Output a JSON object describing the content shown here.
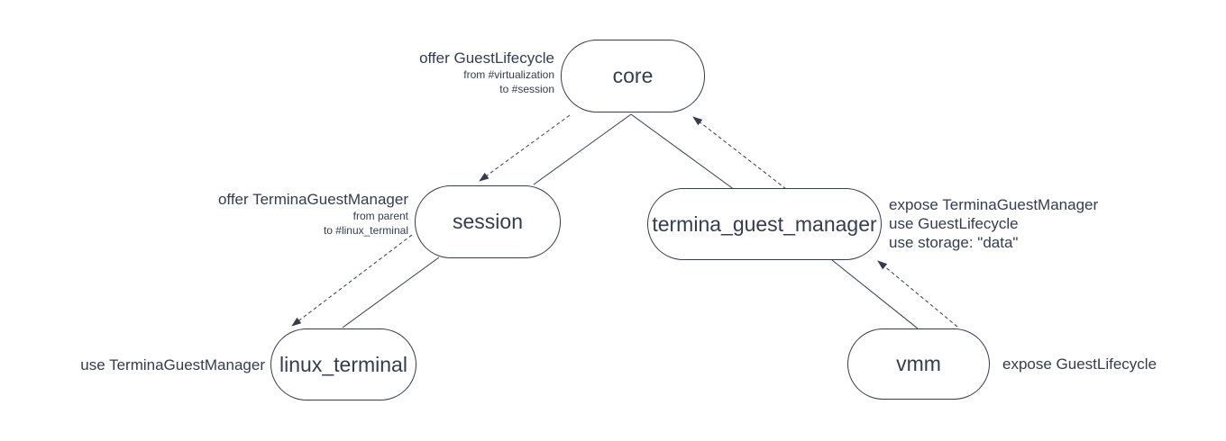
{
  "diagram": {
    "background_color": "#ffffff",
    "stroke_color": "#343C4E"
  },
  "nodes": {
    "core": {
      "label": "core"
    },
    "session": {
      "label": "session"
    },
    "termina_guest_manager": {
      "label": "termina_guest_manager"
    },
    "linux_terminal": {
      "label": "linux_terminal"
    },
    "vmm": {
      "label": "vmm"
    }
  },
  "annotations": {
    "core": {
      "line1": "offer GuestLifecycle",
      "line2": "from #virtualization",
      "line3": "to #session"
    },
    "session": {
      "line1": "offer TerminaGuestManager",
      "line2": "from parent",
      "line3": "to #linux_terminal"
    },
    "linux_terminal": {
      "line1": "use TerminaGuestManager"
    },
    "termina_guest_manager": {
      "line1": "expose TerminaGuestManager",
      "line2": "use GuestLifecycle",
      "line3": "use storage: \"data\""
    },
    "vmm": {
      "line1": "expose GuestLifecycle"
    }
  },
  "edges": [
    {
      "from": "core",
      "to": "session",
      "style": "solid",
      "arrow": "none"
    },
    {
      "from": "core",
      "to": "session",
      "style": "dashed",
      "arrow": "to"
    },
    {
      "from": "core",
      "to": "termina_guest_manager",
      "style": "solid",
      "arrow": "none"
    },
    {
      "from": "termina_guest_manager",
      "to": "core",
      "style": "dashed",
      "arrow": "to"
    },
    {
      "from": "session",
      "to": "linux_terminal",
      "style": "solid",
      "arrow": "none"
    },
    {
      "from": "session",
      "to": "linux_terminal",
      "style": "dashed",
      "arrow": "to"
    },
    {
      "from": "termina_guest_manager",
      "to": "vmm",
      "style": "solid",
      "arrow": "none"
    },
    {
      "from": "vmm",
      "to": "termina_guest_manager",
      "style": "dashed",
      "arrow": "to"
    }
  ]
}
